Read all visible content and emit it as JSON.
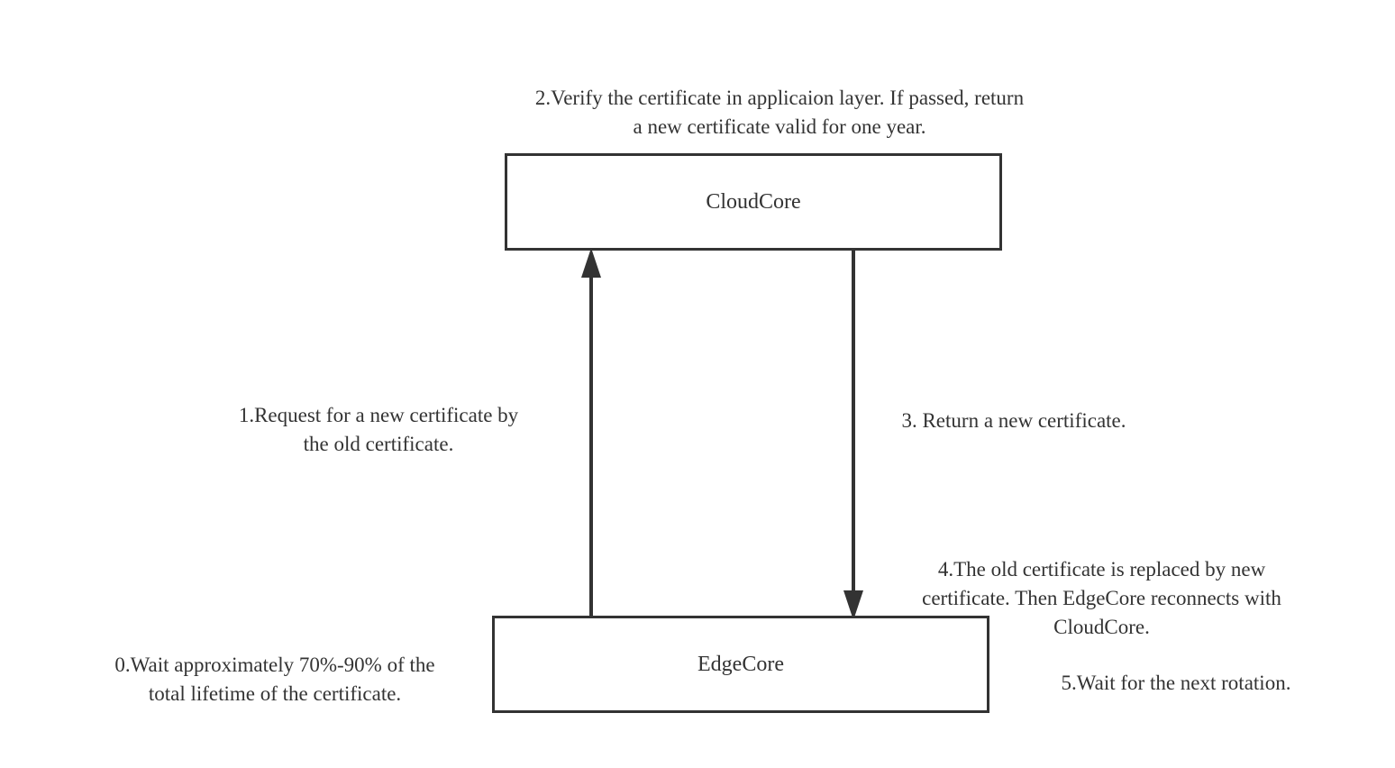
{
  "nodes": {
    "cloudcore": "CloudCore",
    "edgecore": "EdgeCore"
  },
  "notes": {
    "step0": [
      "0.Wait approximately 70%-90% of the",
      "total lifetime of the certificate."
    ],
    "step1": [
      "1.Request for a new certificate by",
      "the old certificate."
    ],
    "step2": [
      "2.Verify the certificate in applicaion layer. If passed, return",
      "a new certificate valid for one year."
    ],
    "step3": [
      "3. Return a new certificate."
    ],
    "step4": [
      "4.The old certificate is replaced by new",
      "certificate. Then EdgeCore reconnects with",
      "CloudCore."
    ],
    "step5": [
      "5.Wait for the next rotation."
    ]
  },
  "edges": [
    {
      "from": "EdgeCore",
      "to": "CloudCore"
    },
    {
      "from": "CloudCore",
      "to": "EdgeCore"
    }
  ],
  "colors": {
    "stroke": "#333333",
    "background": "#ffffff"
  }
}
